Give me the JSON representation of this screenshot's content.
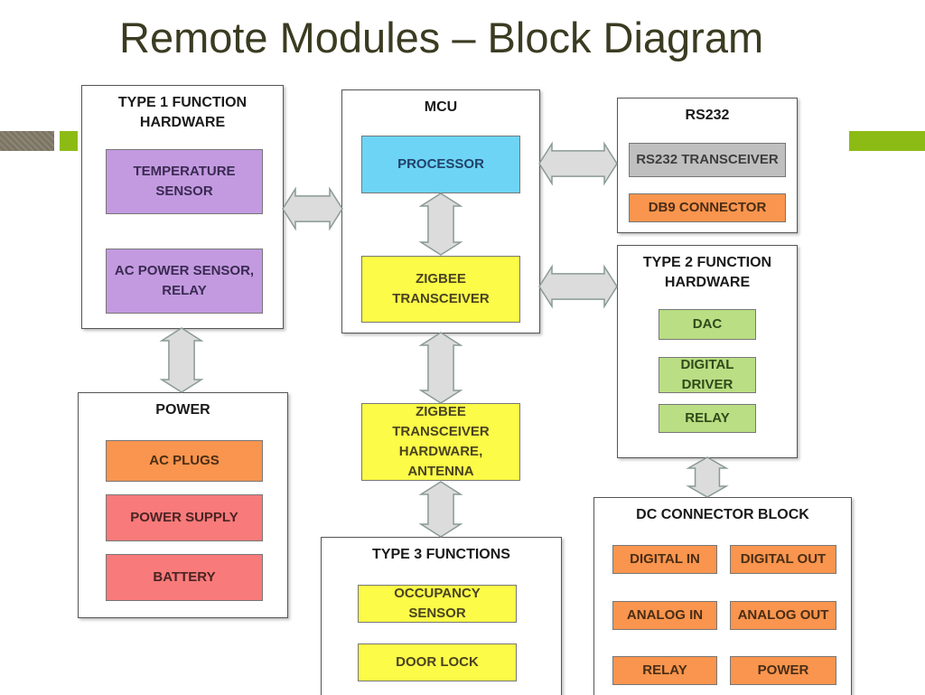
{
  "title": "Remote Modules – Block Diagram",
  "colors": {
    "title": "#3b3b22",
    "accent_green": "#8dbb15",
    "accent_gray": "#7c7563",
    "arrow_fill": "#dcdcdc",
    "arrow_stroke": "#8a9a96"
  },
  "groups": {
    "type1": {
      "title": "TYPE 1 FUNCTION\nHARDWARE",
      "items": [
        "TEMPERATURE\nSENSOR",
        "AC POWER SENSOR,\nRELAY"
      ]
    },
    "mcu": {
      "title": "MCU",
      "items": [
        "PROCESSOR",
        "ZIGBEE\nTRANSCEIVER"
      ]
    },
    "rs232": {
      "title": "RS232",
      "items": [
        "RS232 TRANSCEIVER",
        "DB9 CONNECTOR"
      ]
    },
    "type2": {
      "title": "TYPE 2 FUNCTION\nHARDWARE",
      "items": [
        "DAC",
        "DIGITAL\nDRIVER",
        "RELAY"
      ]
    },
    "power": {
      "title": "POWER",
      "items": [
        "AC PLUGS",
        "POWER SUPPLY",
        "BATTERY"
      ]
    },
    "type3": {
      "title": "TYPE 3 FUNCTIONS",
      "items": [
        "OCCUPANCY\nSENSOR",
        "DOOR LOCK"
      ]
    },
    "dc": {
      "title": "DC CONNECTOR BLOCK",
      "items": [
        "DIGITAL IN",
        "DIGITAL OUT",
        "ANALOG IN",
        "ANALOG OUT",
        "RELAY",
        "POWER"
      ]
    }
  },
  "standalone": {
    "zigbee_hw": "ZIGBEE\nTRANSCEIVER\nHARDWARE,\nANTENNA"
  },
  "connections": [
    {
      "from": "type1",
      "to": "mcu",
      "label": ""
    },
    {
      "from": "processor",
      "to": "zigbee_transceiver",
      "label": ""
    },
    {
      "from": "mcu",
      "to": "rs232",
      "label": ""
    },
    {
      "from": "mcu",
      "to": "type2",
      "label": ""
    },
    {
      "from": "type1",
      "to": "power",
      "label": ""
    },
    {
      "from": "mcu",
      "to": "zigbee_hw",
      "label": ""
    },
    {
      "from": "zigbee_hw",
      "to": "type3",
      "label": ""
    },
    {
      "from": "type2",
      "to": "dc",
      "label": ""
    }
  ]
}
